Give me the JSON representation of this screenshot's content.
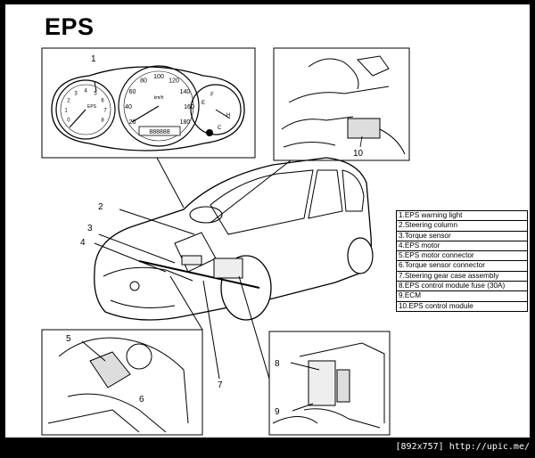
{
  "title": "EPS",
  "legend": [
    "1.EPS warning light",
    "2.Steering column",
    "3.Torque sensor",
    "4.EPS motor",
    "5.EPS motor connector",
    "6.Torque sensor connector",
    "7.Steering gear case assembly",
    "8.EPS control module fuse (30A)",
    "9.ECM",
    "10.EPS control module"
  ],
  "callouts": {
    "c1": "1",
    "c2": "2",
    "c3": "3",
    "c4": "4",
    "c5": "5",
    "c6": "6",
    "c7": "7",
    "c8": "8",
    "c9": "9",
    "c10": "10"
  },
  "cluster": {
    "speed_ticks": [
      "20",
      "40",
      "60",
      "80",
      "100",
      "120",
      "140",
      "160",
      "180"
    ],
    "speed_unit": "km/h",
    "odometer": "888888",
    "fuel_full": "F",
    "fuel_empty": "E",
    "temp_hot": "H",
    "temp_cold": "C",
    "tach_ticks": [
      "0",
      "1",
      "2",
      "3",
      "4",
      "5",
      "6",
      "7",
      "8"
    ],
    "eps_label": "EPS"
  },
  "watermark": "[892x757] http://upic.me/"
}
